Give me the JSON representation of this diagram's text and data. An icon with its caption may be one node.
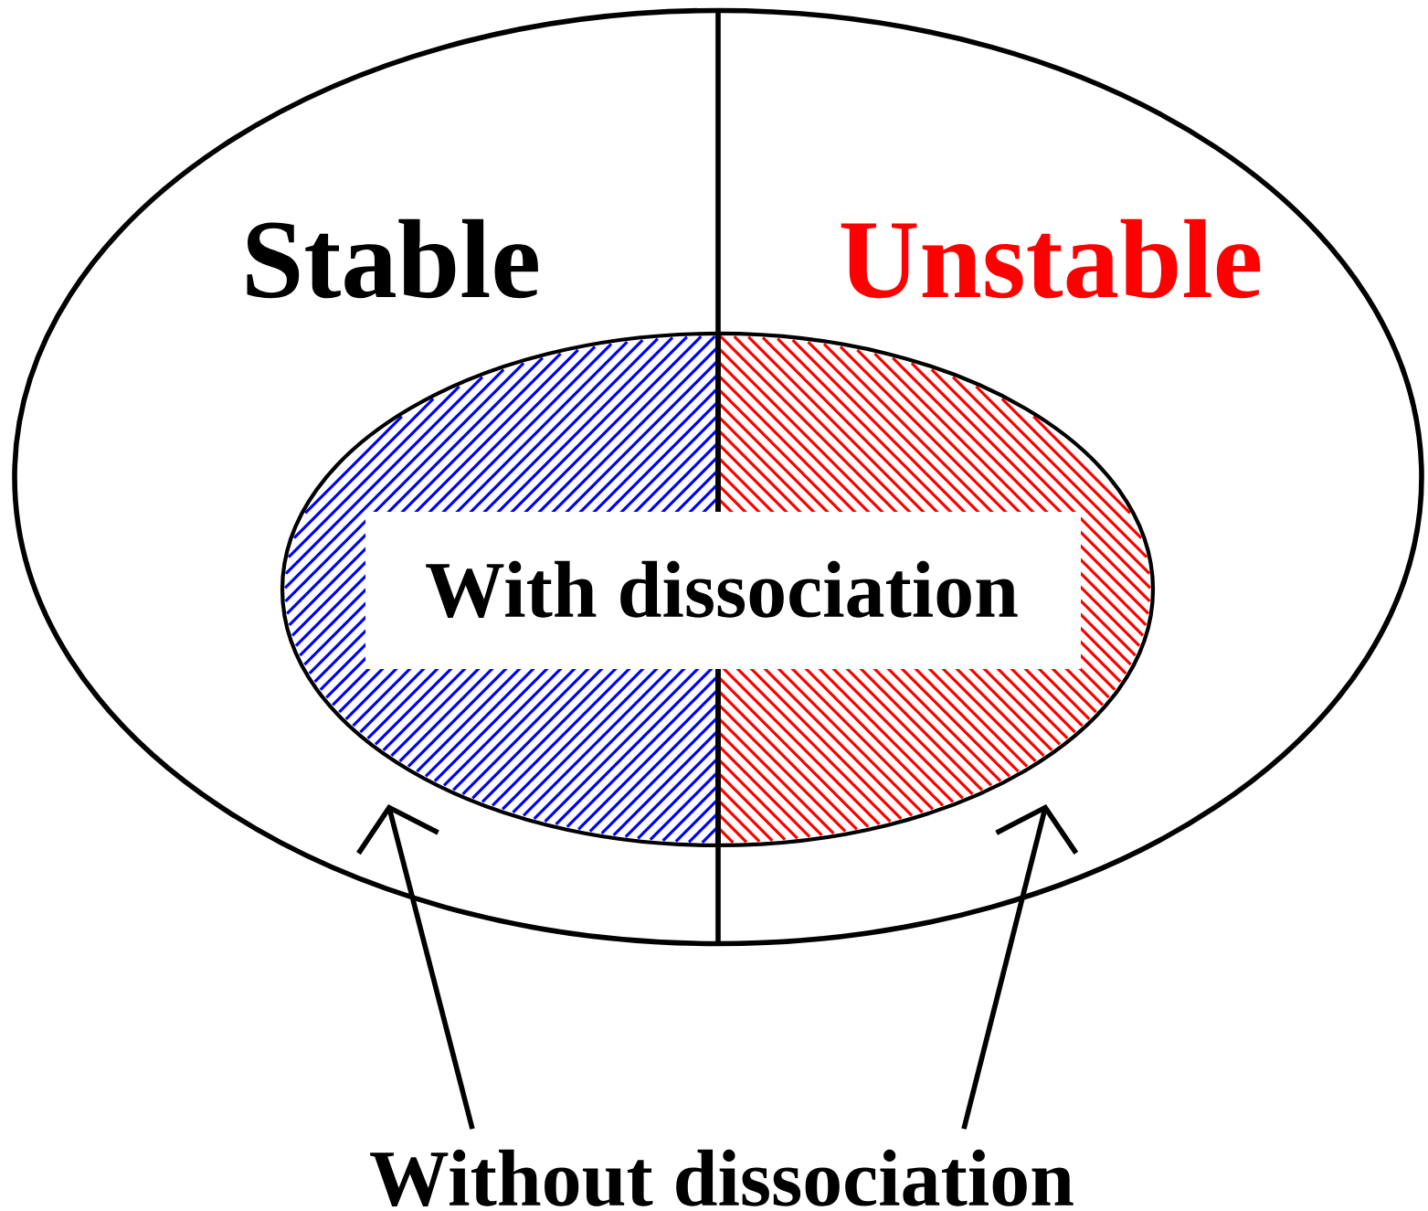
{
  "diagram": {
    "nodes": [
      {
        "text": [
          "Stable",
          "Unstable"
        ]
      },
      {
        "text": [
          "With dissociation"
        ],
        "in": 0
      },
      {
        "text": [
          "Without dissociation"
        ]
      }
    ],
    "edges": [
      {
        "from": 2,
        "to": null,
        "arrow": "to"
      },
      {
        "from": 2,
        "to": null,
        "arrow": "to"
      }
    ]
  }
}
